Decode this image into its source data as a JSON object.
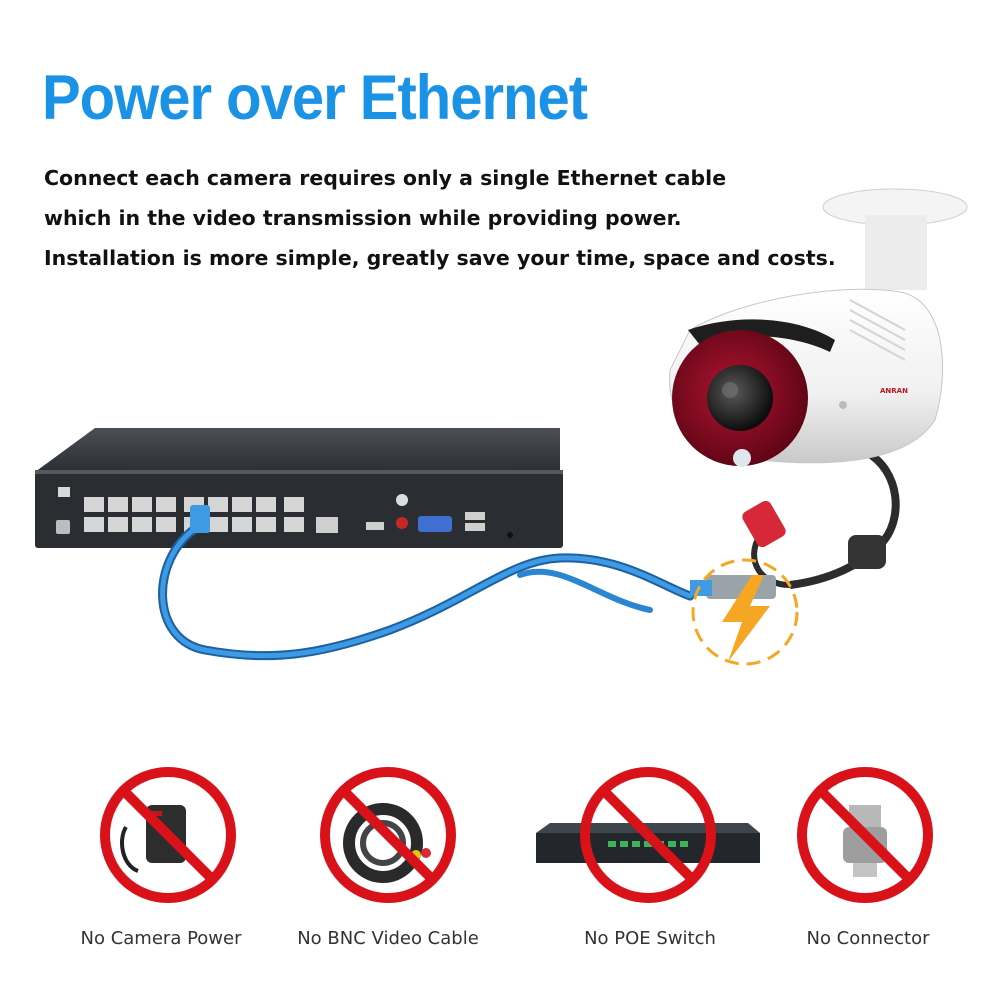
{
  "title": "Power over Ethernet",
  "description": [
    "Connect each camera requires only a single Ethernet cable",
    "which in the video transmission while providing power.",
    "Installation is more simple, greatly save your time, space and costs."
  ],
  "camera_brand": "ANRAN",
  "colors": {
    "title": "#1a93e6",
    "cable": "#2b86d1",
    "prohibit": "#d9121a",
    "power_highlight": "#f5a623"
  },
  "prohibited_items": [
    {
      "label": "No Camera Power",
      "icon": "power-adapter-icon"
    },
    {
      "label": "No BNC Video Cable",
      "icon": "bnc-cable-icon"
    },
    {
      "label": "No POE Switch",
      "icon": "poe-switch-icon"
    },
    {
      "label": "No Connector",
      "icon": "bnc-connector-icon"
    }
  ]
}
